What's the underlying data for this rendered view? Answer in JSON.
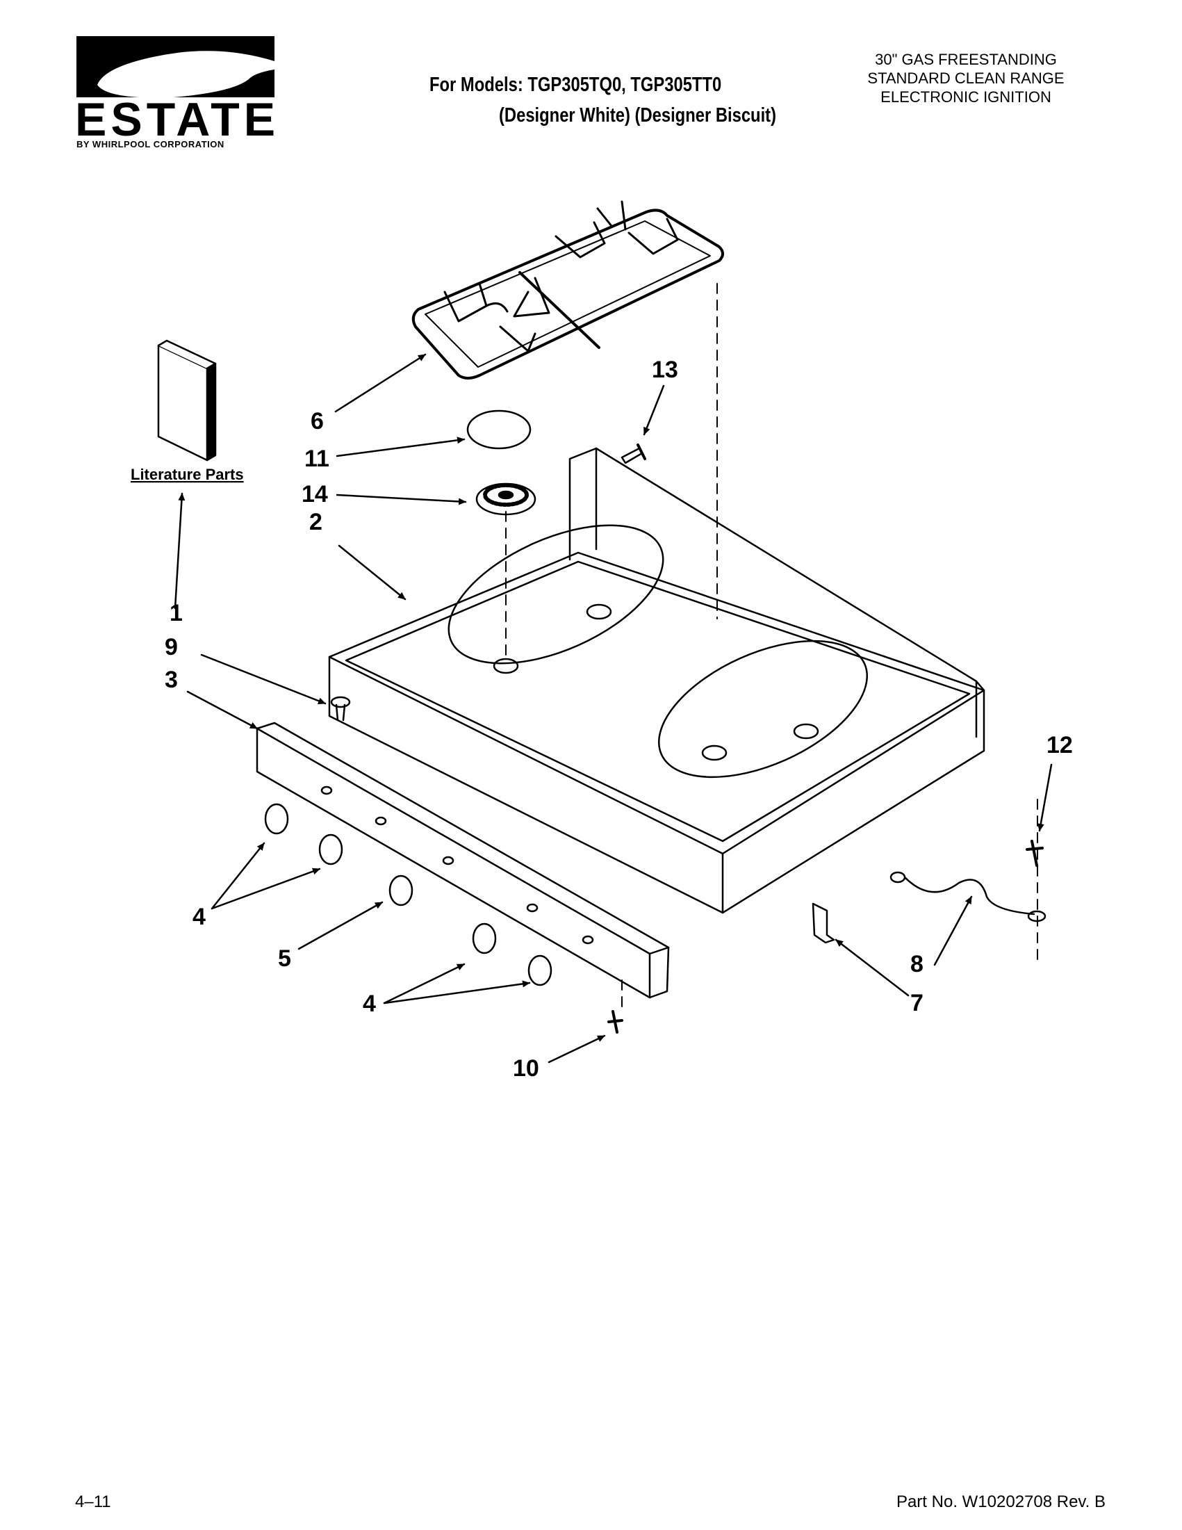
{
  "brand": {
    "name": "ESTATE",
    "subtitle": "BY WHIRLPOOL CORPORATION"
  },
  "header": {
    "models_line": "For Models: TGP305TQ0, TGP305TT0",
    "variants_line": "(Designer White) (Designer Biscuit)",
    "range_description": [
      "30\" GAS FREESTANDING",
      "STANDARD CLEAN RANGE",
      "ELECTRONIC IGNITION"
    ]
  },
  "diagram": {
    "literature_label": "Literature Parts",
    "callouts": {
      "c1": "1",
      "c2": "2",
      "c3": "3",
      "c4a": "4",
      "c4b": "4",
      "c5": "5",
      "c6": "6",
      "c7": "7",
      "c8": "8",
      "c9": "9",
      "c10": "10",
      "c11": "11",
      "c12": "12",
      "c13": "13",
      "c14": "14"
    }
  },
  "footer": {
    "page": "4–11",
    "part_number": "Part No. W10202708 Rev. B"
  }
}
